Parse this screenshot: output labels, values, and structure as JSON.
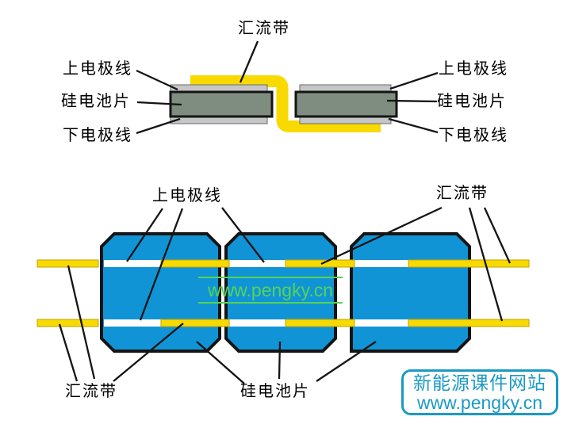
{
  "colors": {
    "cell_blue": "#1094d6",
    "ribbon_yellow": "#f8da00",
    "electrode_gray": "#c6c6c6",
    "silicon_gray_green": "#7e8d80",
    "outline_black": "#141414",
    "watermark_green": "#55d455",
    "site_badge_blue": "#1b9ac4"
  },
  "cross_section": {
    "busbar_label": "汇流带",
    "left": {
      "upper_electrode": "上电极线",
      "silicon_cell": "硅电池片",
      "lower_electrode": "下电极线"
    },
    "right": {
      "upper_electrode": "上电极线",
      "silicon_cell": "硅电池片",
      "lower_electrode": "下电极线"
    }
  },
  "top_view": {
    "upper_electrode_label": "上电极线",
    "busbar_label_top_right": "汇流带",
    "busbar_label_bottom_left": "汇流带",
    "silicon_cell_label": "硅电池片",
    "watermark": "www.pengky.cn"
  },
  "site_badge": {
    "title": "新能源课件网站",
    "url": "www.pengky.cn"
  }
}
